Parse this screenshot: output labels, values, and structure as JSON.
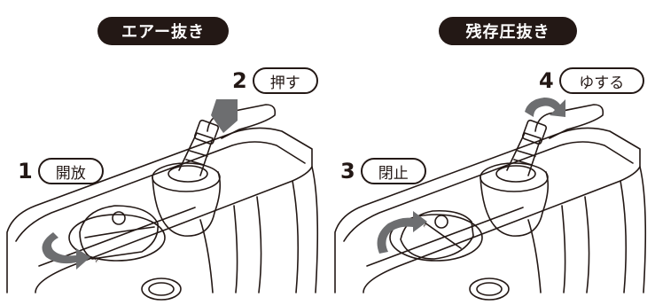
{
  "left": {
    "title": "エアー抜き",
    "steps": [
      {
        "num": "1",
        "label": "開放"
      },
      {
        "num": "2",
        "label": "押す"
      }
    ]
  },
  "right": {
    "title": "残存圧抜き",
    "steps": [
      {
        "num": "3",
        "label": "閉止"
      },
      {
        "num": "4",
        "label": "ゆする"
      }
    ]
  },
  "colors": {
    "ink": "#231815",
    "arrow": "#6d6e70",
    "background": "#ffffff"
  }
}
